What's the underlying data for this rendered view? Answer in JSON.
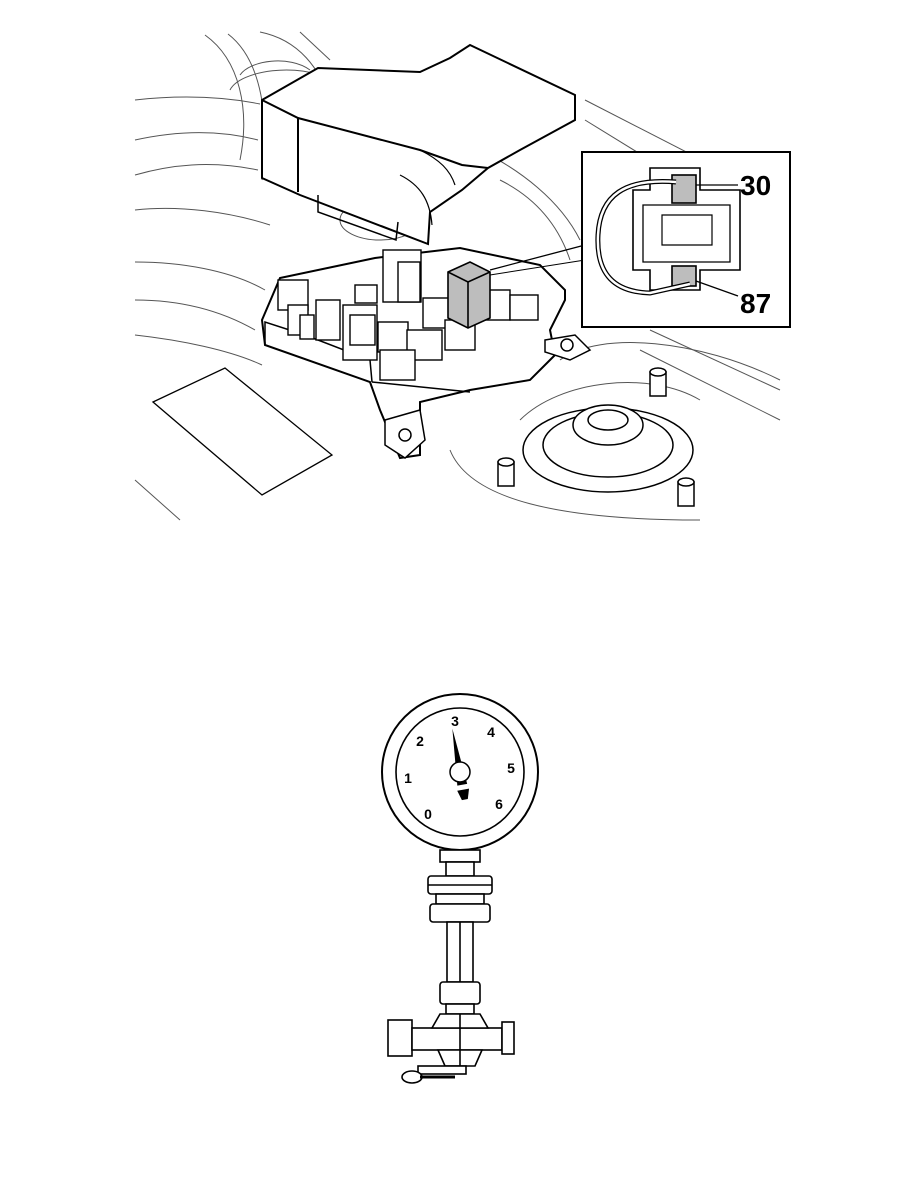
{
  "relay_figure": {
    "callouts": [
      {
        "id": "terminal-30",
        "label": "30"
      },
      {
        "id": "terminal-87",
        "label": "87"
      }
    ],
    "colors": {
      "line": "#000000",
      "fill": "#ffffff",
      "highlight": "#bdbdbd",
      "thin_line": "#555555"
    }
  },
  "gauge_figure": {
    "dial_numbers": [
      "0",
      "1",
      "2",
      "3",
      "4",
      "5",
      "6"
    ],
    "needle_reading": 3,
    "colors": {
      "line": "#000000",
      "fill": "#ffffff"
    }
  }
}
